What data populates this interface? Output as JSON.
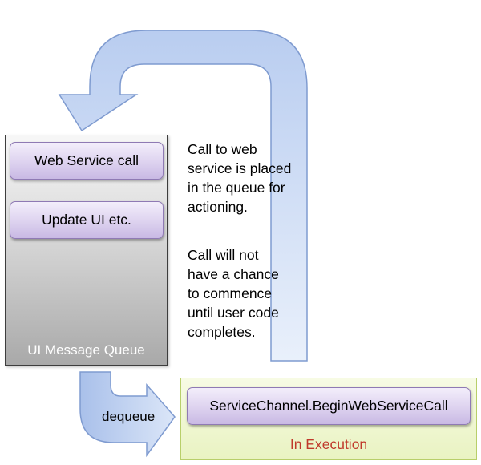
{
  "queue": {
    "label": "UI Message Queue",
    "items": [
      "Web Service call",
      "Update UI etc."
    ]
  },
  "execution": {
    "call": "ServiceChannel.BeginWebServiceCall",
    "label": "In Execution"
  },
  "notes": [
    [
      "Call to web",
      "service is placed",
      "in the queue for",
      "actioning."
    ],
    [
      "Call will not",
      "have a chance",
      "to commence",
      "until user code",
      "completes."
    ]
  ],
  "dequeue_label": "dequeue",
  "colors": {
    "arrow_fill": "#c9d9f4",
    "arrow_stroke": "#7f9bd0",
    "label_red": "#c0392b"
  }
}
